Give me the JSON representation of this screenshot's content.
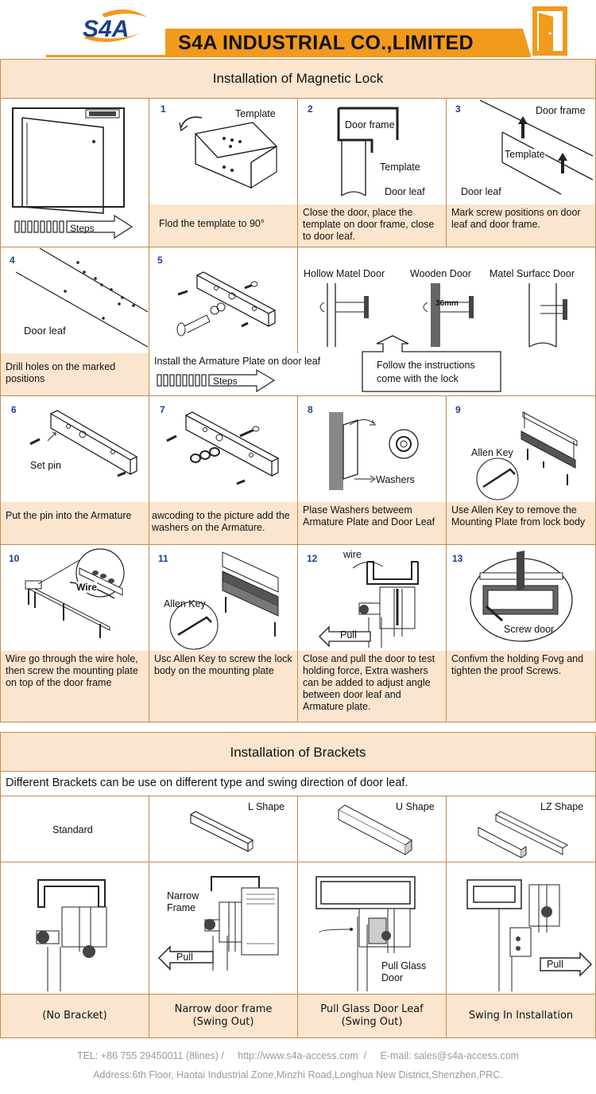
{
  "header": {
    "logo_text": "S4A",
    "company": "S4A INDUSTRIAL CO.,LIMITED"
  },
  "colors": {
    "orange": "#f29a1c",
    "blue": "#1b3f8c",
    "cream": "#fbe5ce",
    "border": "#c48a52"
  },
  "magnetic": {
    "title": "Installation of Magnetic Lock",
    "steps_label": "Steps",
    "steps_label2": "Steps",
    "step1": {
      "num": "1",
      "label": "Template",
      "caption": "Flod the template to 90°"
    },
    "step2": {
      "num": "2",
      "label_frame": "Door frame",
      "label_template": "Template",
      "label_leaf": "Door leaf",
      "caption": "Close the door, place the template on door frame, close to door leaf."
    },
    "step3": {
      "num": "3",
      "label_frame": "Door frame",
      "label_template": "Template",
      "label_leaf": "Door leaf",
      "caption": "Mark screw positions on door leaf and door frame."
    },
    "step4": {
      "num": "4",
      "label": "Door leaf",
      "caption": "Drill holes on the marked positions"
    },
    "step5": {
      "num": "5",
      "caption": "Install the Armature Plate on door leaf"
    },
    "door_types": {
      "hollow": "Hollow Matel Door",
      "wooden": "Wooden Door",
      "surface": "Matel Surfacc Door",
      "mm": "36mm",
      "follow": "Follow the instructions come with the lock"
    },
    "step6": {
      "num": "6",
      "label": "Set pin",
      "caption": "Put the pin into the Armature"
    },
    "step7": {
      "num": "7",
      "caption": "awcoding to the picture add the washers on the Armature."
    },
    "step8": {
      "num": "8",
      "label": "Washers",
      "caption": "Plase Washers betweem Armature Plate and Door  Leaf"
    },
    "step9": {
      "num": "9",
      "label": "Allen Key",
      "caption": "Use Allen Key to remove the Mounting Plate from lock body"
    },
    "step10": {
      "num": "10",
      "label": "Wire",
      "caption": "Wire go through the wire hole, then screw the mounting plate on top of the door frame"
    },
    "step11": {
      "num": "11",
      "label": "Allen Key",
      "caption": "Usc Allen Key to screw the lock body on the mounting plate"
    },
    "step12": {
      "num": "12",
      "label_wire": "wire",
      "label_pull": "Pull",
      "caption": "Close and pull the door to test holding force, Extra washers can be added to adjust angle between door leaf and Armature plate."
    },
    "step13": {
      "num": "13",
      "label": "Screw door",
      "caption": "Confivm the holding Fovg and tighten the proof Screws."
    }
  },
  "brackets": {
    "title": "Installation of Brackets",
    "intro": "Different Brackets can be use on different type and swing direction of door leaf.",
    "types": [
      "Standard",
      "L Shape",
      "U Shape",
      "LZ Shape"
    ],
    "labels": {
      "narrow": "Narrow Frame",
      "pull1": "Pull",
      "pull_glass": "Pull Glass Door",
      "pull2": "Pull"
    },
    "captions": [
      "(No Bracket)",
      "Narrow door frame (Swing Out)",
      "Pull Glass Door Leaf (Swing Out)",
      "Swing In Installation"
    ]
  },
  "footer": {
    "line1": "TEL: +86 755 29450011 (8lines) /     http://www.s4a-access.com  /     E-mail: sales@s4a-access.com",
    "line2": "Address:6th Floor, Haotai Industrial Zone,Minzhi Road,Longhua New District,Shenzhen,PRC."
  }
}
